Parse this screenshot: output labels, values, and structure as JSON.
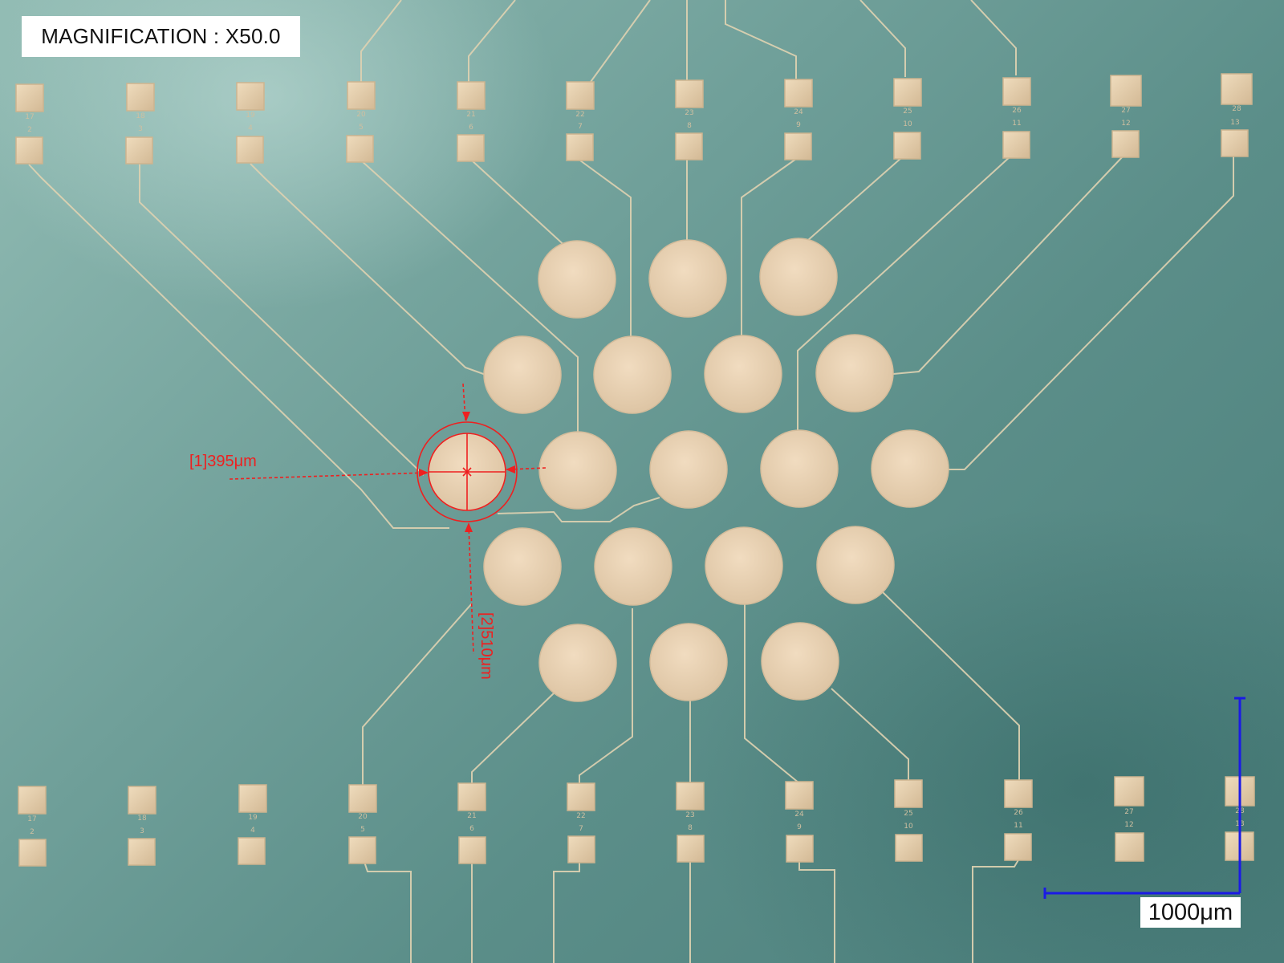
{
  "header": {
    "magnification": "MAGNIFICATION : X50.0"
  },
  "measurements": [
    {
      "label": "[1]395μm"
    },
    {
      "label": "[2]510μm"
    }
  ],
  "scale_bar": {
    "label": "1000μm"
  },
  "colors": {
    "substrate": "#6e9e98",
    "pad": "#e6cfad",
    "trace": "#ddd1b1",
    "measurement": "#ee2020",
    "scale_bar": "#1a1ae6"
  },
  "pads": {
    "top_row_numbers": [
      "17",
      "18",
      "19",
      "20",
      "21",
      "22",
      "23",
      "24",
      "25",
      "26",
      "27",
      "28"
    ],
    "top_row2_numbers": [
      "2",
      "3",
      "4",
      "5",
      "6",
      "7",
      "8",
      "9",
      "10",
      "11",
      "12",
      "13"
    ],
    "bottom_row_numbers": [
      "17",
      "18",
      "19",
      "20",
      "21",
      "22",
      "23",
      "24",
      "25",
      "26",
      "27",
      "28"
    ],
    "bottom_row2_numbers": [
      "2",
      "3",
      "4",
      "5",
      "6",
      "7",
      "8",
      "9",
      "10",
      "11",
      "12",
      "13"
    ]
  }
}
